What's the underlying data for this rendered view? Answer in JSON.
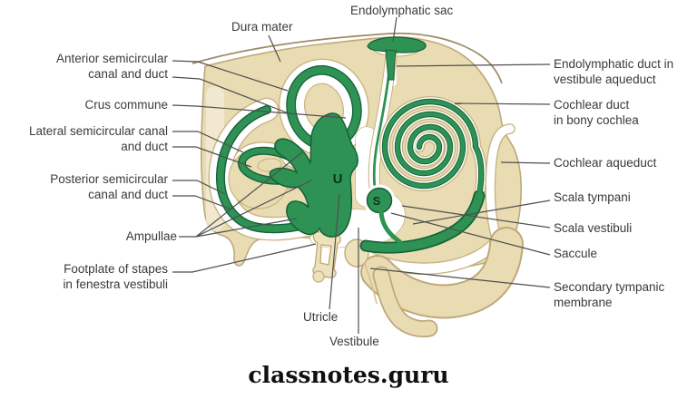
{
  "colors": {
    "membranous_labyrinth_green": "#2e9254",
    "green_outline": "#156238",
    "bone_tan": "#e9dcb2",
    "bone_outline": "#bfa87a",
    "perilymph_white": "#ffffff",
    "label_text": "#3a3a3a",
    "leader_line": "#4f4f4f"
  },
  "labels": {
    "top": [
      {
        "text": "Dura mater"
      },
      {
        "text": "Endolymphatic sac"
      }
    ],
    "left": [
      {
        "text": "Anterior semicircular\ncanal and duct"
      },
      {
        "text": "Crus commune"
      },
      {
        "text": "Lateral semicircular canal\nand duct"
      },
      {
        "text": "Posterior semicircular\ncanal and duct"
      },
      {
        "text": "Ampullae"
      },
      {
        "text": "Footplate of stapes\nin fenestra vestibuli"
      }
    ],
    "right": [
      {
        "text": "Endolymphatic duct in\nvestibule aqueduct"
      },
      {
        "text": "Cochlear duct\nin bony cochlea"
      },
      {
        "text": "Cochlear aqueduct"
      },
      {
        "text": "Scala tympani"
      },
      {
        "text": "Scala vestibuli"
      },
      {
        "text": "Saccule"
      },
      {
        "text": "Secondary tympanic\nmembrane"
      }
    ],
    "bottom": [
      {
        "text": "Utricle"
      },
      {
        "text": "Vestibule"
      }
    ]
  },
  "letters": {
    "utricle": "U",
    "saccule": "S"
  },
  "footer": {
    "watermark": "classnotes.guru"
  }
}
